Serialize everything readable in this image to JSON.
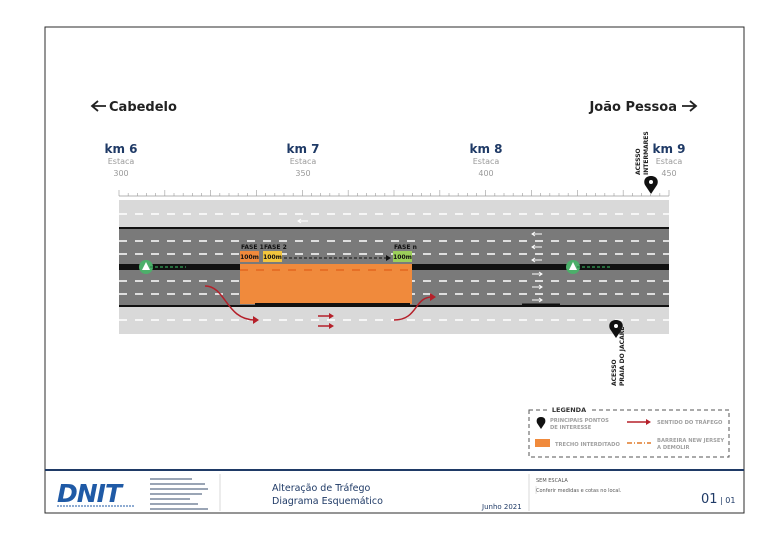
{
  "directions": {
    "left": "Cabedelo",
    "right": "João Pessoa"
  },
  "kms": [
    {
      "km": "km 6",
      "label": "Estaca",
      "estaca": "300"
    },
    {
      "km": "km 7",
      "label": "Estaca",
      "estaca": "350"
    },
    {
      "km": "km 8",
      "label": "Estaca",
      "estaca": "400"
    },
    {
      "km": "km 9",
      "label": "Estaca",
      "estaca": "450"
    }
  ],
  "access_top": {
    "line1": "ACESSO",
    "line2": "INTERMARES"
  },
  "access_bottom": {
    "line1": "ACESSO",
    "line2": "PRAIA DO JACARÉ"
  },
  "phases": {
    "f1": "FASE 1",
    "f2": "FASE 2",
    "fn": "FASE n",
    "len": "100m"
  },
  "legend": {
    "title": "LEGENDA",
    "poi": "PRINCIPAIS PONTOS DE INTERESSE",
    "flow": "SENTIDO DO TRÁFEGO",
    "closed": "TRECHO INTERDITADO",
    "barrier": "BARREIRA NEW JERSEY A DEMOLIR"
  },
  "footer": {
    "logo": "DNIT",
    "title1": "Alteração de Tráfego",
    "title2": "Diagrama Esquemático",
    "date": "Junho 2021",
    "scale": "SEM ESCALA",
    "note": "Conferir medidas e cotas no local.",
    "page": "01",
    "total": "01"
  },
  "colors": {
    "road": "#7a7a7a",
    "shoulder": "#d9d9d9",
    "median": "#111111",
    "closed": "#f08a3c",
    "arrow": "#b5202a",
    "navy": "#1f3a66",
    "green": "#4caf6a"
  }
}
